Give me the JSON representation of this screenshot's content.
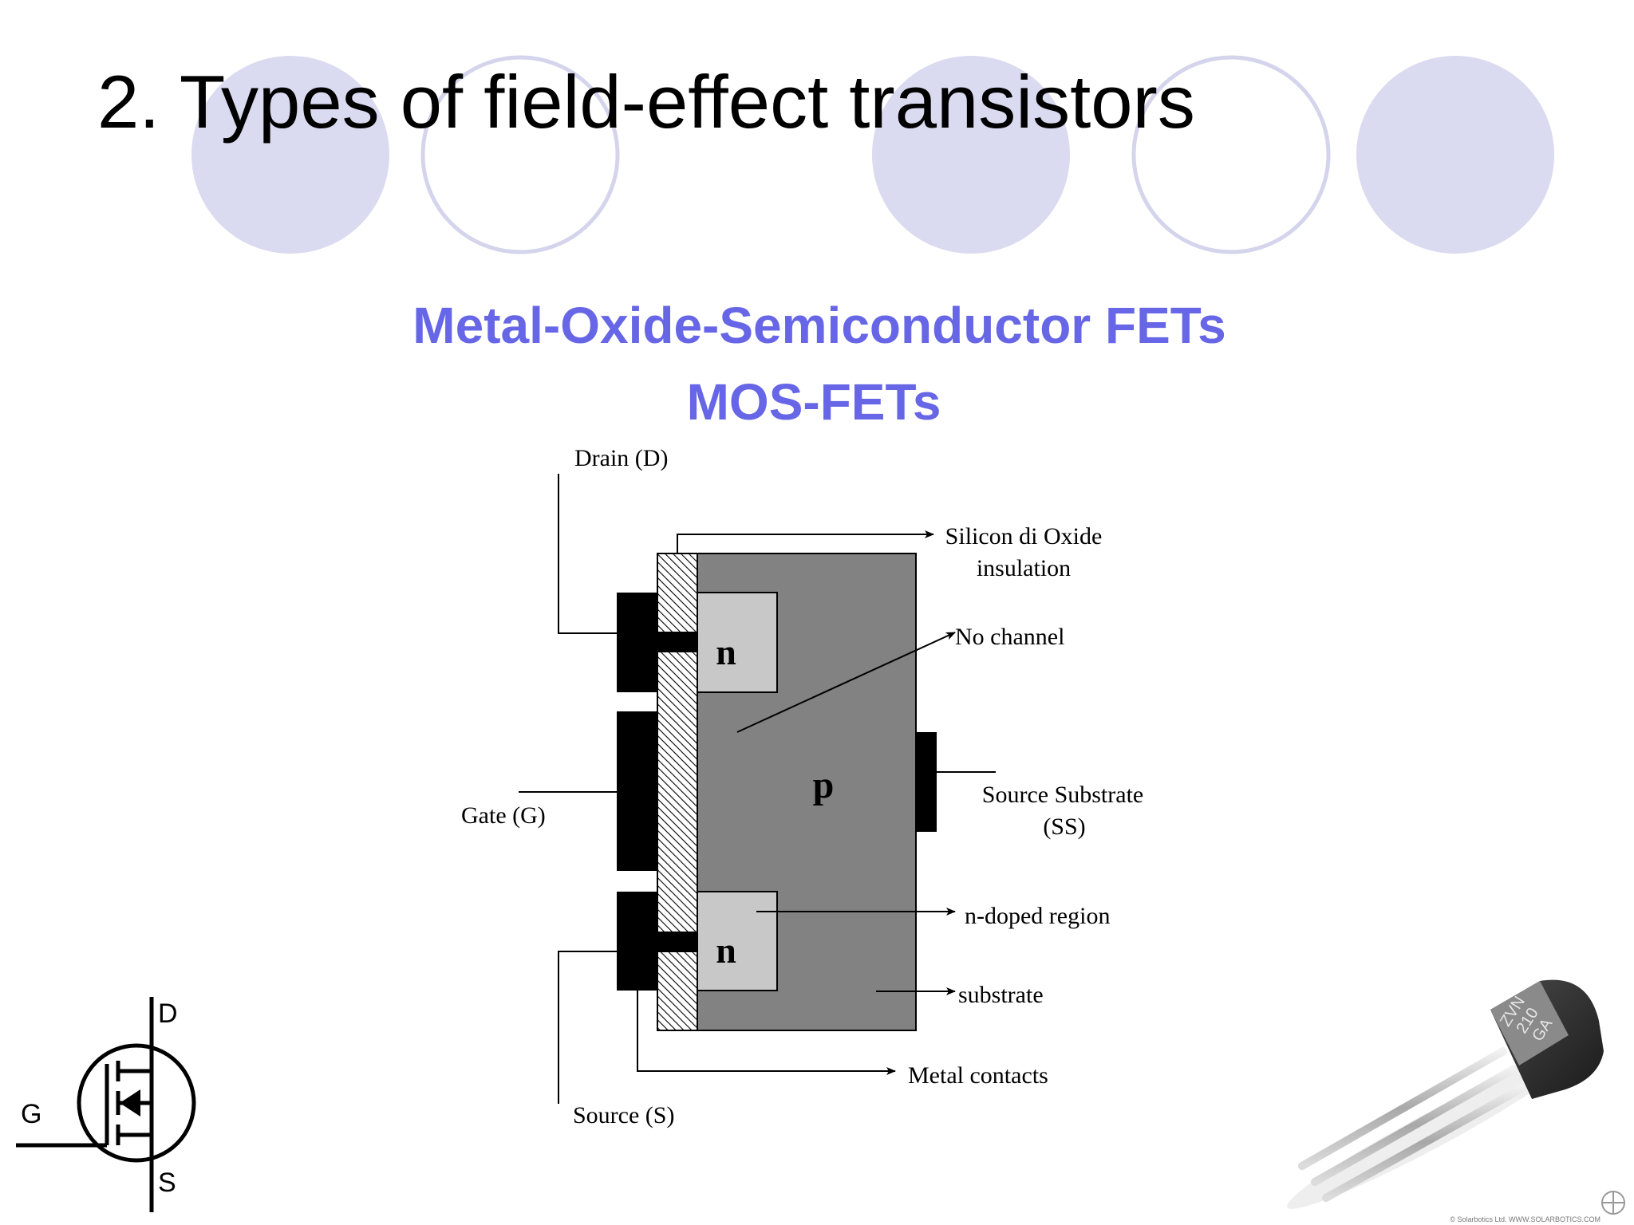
{
  "slide": {
    "title": "2. Types of field-effect transistors",
    "subtitle_line1": "Metal-Oxide-Semiconductor FETs",
    "subtitle_line2": "MOS-FETs",
    "accent_color": "#6666e6",
    "circle_fill": "#dadaf0",
    "circle_stroke": "#d4d4ec"
  },
  "diagram": {
    "labels": {
      "drain": "Drain (D)",
      "silicon_oxide_line1": "Silicon di Oxide",
      "silicon_oxide_line2": "insulation",
      "no_channel": "No channel",
      "gate": "Gate (G)",
      "p_region": "p",
      "n_top": "n",
      "n_bottom": "n",
      "source_substrate_line1": "Source Substrate",
      "source_substrate_line2": "(SS)",
      "n_doped_region": "n-doped region",
      "substrate": "substrate",
      "metal_contacts": "Metal contacts",
      "source": "Source (S)"
    },
    "colors": {
      "substrate": "#828282",
      "n_region": "#c8c8c8",
      "metal": "#000000"
    }
  },
  "symbol": {
    "d": "D",
    "g": "G",
    "s": "S"
  },
  "photo": {
    "marking_line1": "ZVN",
    "marking_line2": "210",
    "marking_line3": "GA",
    "credit": "© Solarbotics Ltd.  WWW.SOLARBOTICS.COM"
  }
}
